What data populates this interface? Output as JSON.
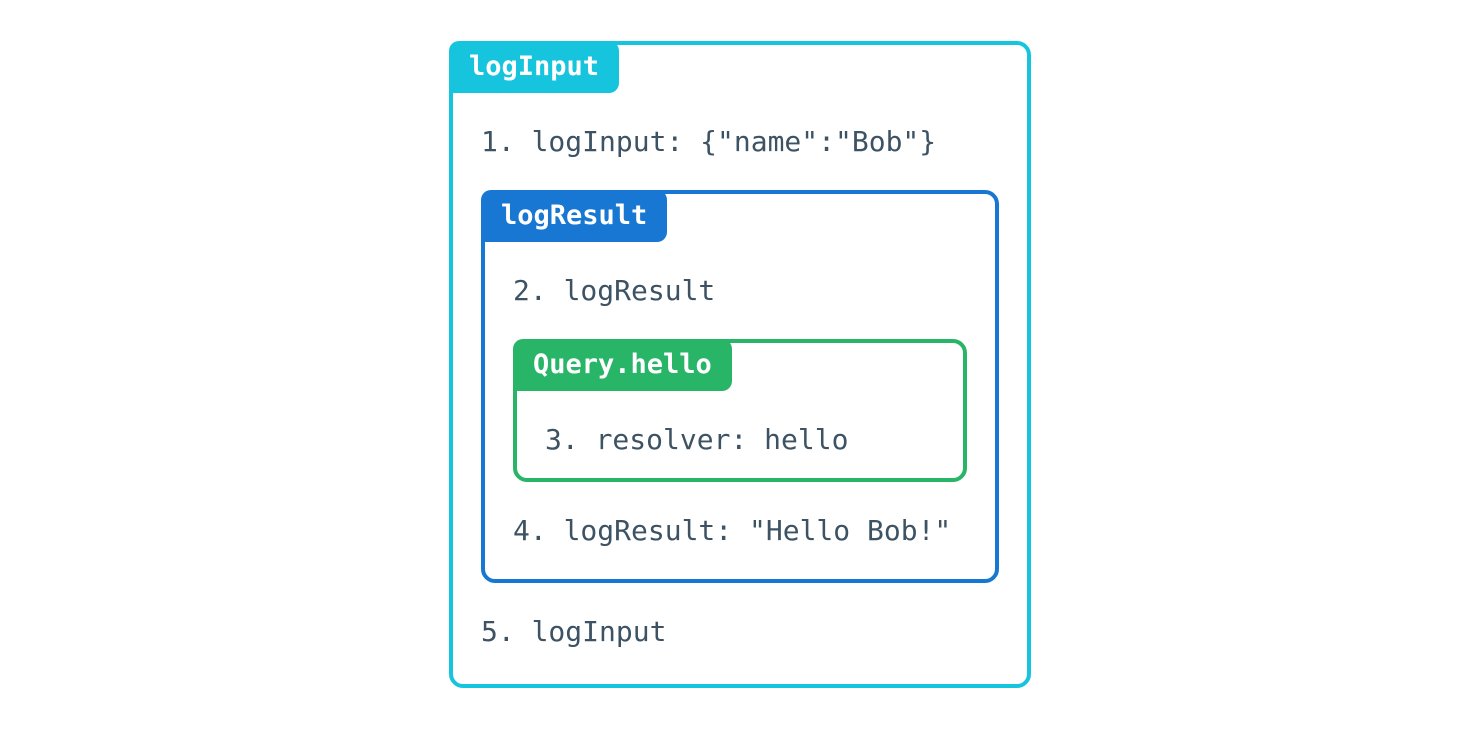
{
  "colors": {
    "background": "#ffffff",
    "cyan": "#17c4dd",
    "blue": "#1777d2",
    "green": "#28b568",
    "tab_text": "#ffffff",
    "step_text": "#3d5364"
  },
  "diagram": {
    "outer_box": {
      "label": "logInput"
    },
    "middle_box": {
      "label": "logResult"
    },
    "inner_box": {
      "label": "Query.hello"
    },
    "steps": {
      "step1": "1. logInput: {\"name\":\"Bob\"}",
      "step2": "2. logResult",
      "step3": "3. resolver: hello",
      "step4": "4. logResult: \"Hello Bob!\"",
      "step5": "5. logInput"
    }
  }
}
